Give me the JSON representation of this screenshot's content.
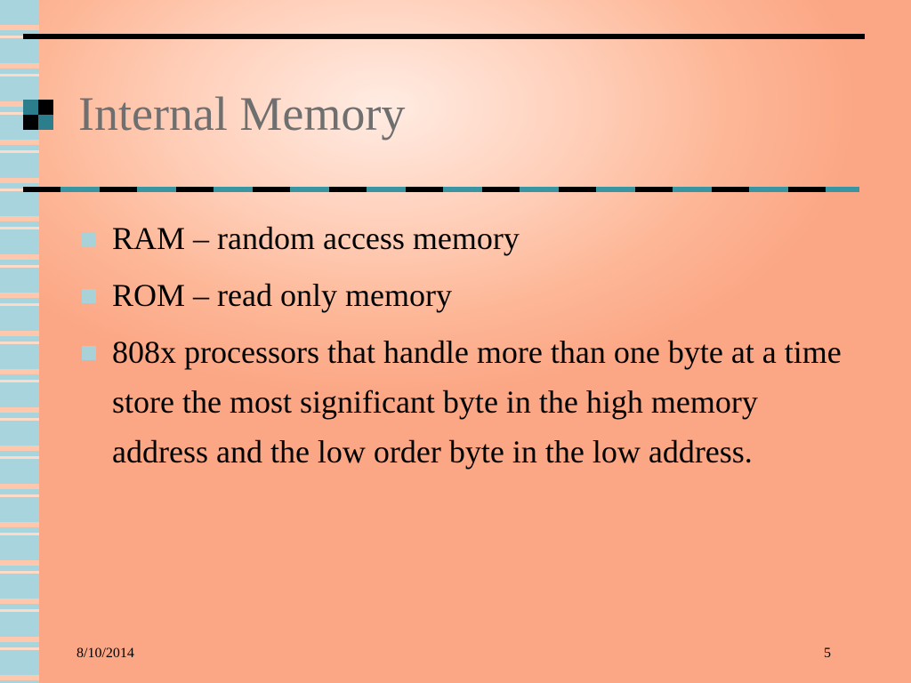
{
  "slide": {
    "title": "Internal Memory",
    "bullets": [
      "RAM – random access memory",
      "ROM – read only memory",
      "808x processors that handle more than one byte at a time store the most significant byte in the high memory address and the low order byte in the low address."
    ],
    "footer_date": "8/10/2014",
    "footer_page": "5"
  },
  "colors": {
    "accent_teal": "#2d7e8c",
    "bullet_square": "#a8d1d8",
    "title_text": "#6f6f6f",
    "background_peach": "#fba684"
  },
  "icons": {
    "title_bullet": "four-square-bullet-icon",
    "list_bullet": "square-bullet-icon"
  }
}
